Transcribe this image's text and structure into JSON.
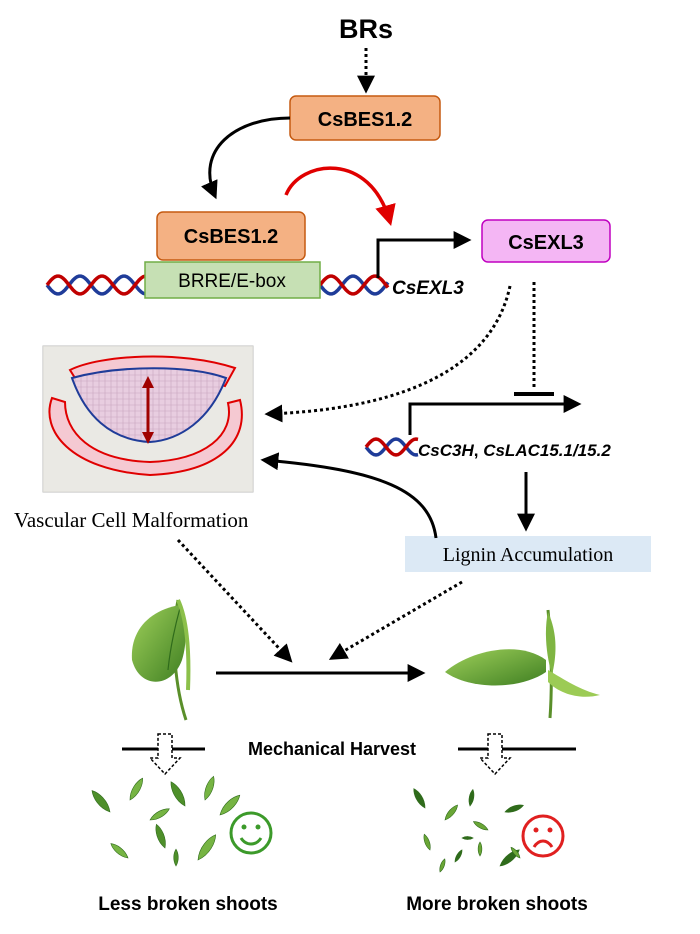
{
  "signal": {
    "label": "BRs"
  },
  "top_protein": {
    "label": "CsBES1.2"
  },
  "bound_protein": {
    "label": "CsBES1.2"
  },
  "promoter": {
    "label": "BRRE/E-box"
  },
  "gene": {
    "label": "CsEXL3"
  },
  "product": {
    "label": "CsEXL3"
  },
  "target_genes": {
    "part1": "CsC3H",
    "sep": ", ",
    "part2": "CsLAC15.1/15.2"
  },
  "vascular": {
    "label": "Vascular Cell Malformation"
  },
  "lignin": {
    "label": "Lignin Accumulation"
  },
  "harvest": {
    "label": "Mechanical Harvest"
  },
  "outcome_left": {
    "label": "Less broken shoots",
    "face": "smiley-face-icon"
  },
  "outcome_right": {
    "label": "More broken shoots",
    "face": "sad-face-icon"
  },
  "colors": {
    "protein_fill": "#f4b183",
    "protein_border": "#c55a11",
    "promoter_fill": "#c6e0b4",
    "promoter_border": "#70ad47",
    "product_fill": "#f4b6f4",
    "product_border": "#c000c0",
    "activation_arrow": "#e00000",
    "dna_blue": "#1f3c99",
    "dna_red": "#c00000",
    "lignin_fill": "#dce9f5",
    "happy": "#3c9a2a",
    "sad": "#e02020",
    "leaf": "#6aa636"
  }
}
